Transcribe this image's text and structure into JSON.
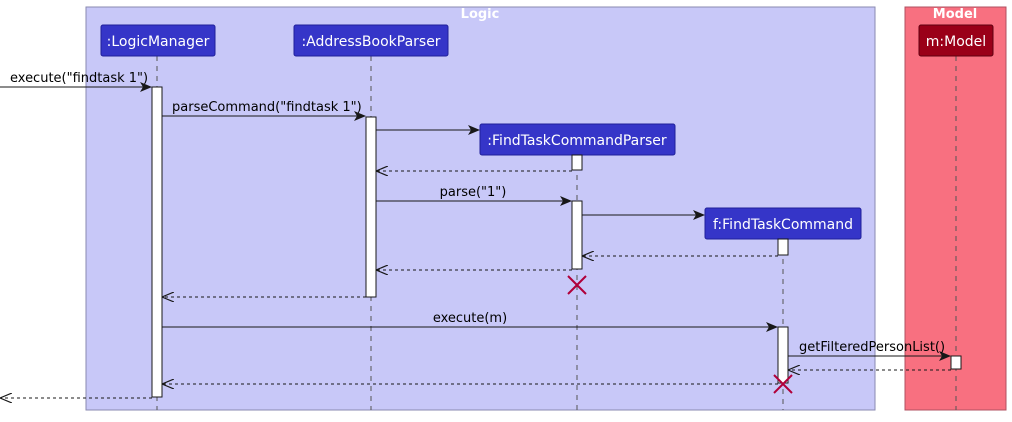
{
  "colors": {
    "logic_group": "#c8c8f8",
    "model_group": "#f87080",
    "logic_participant": "#3535c8",
    "model_participant": "#9a0018",
    "destroy": "#b0003a"
  },
  "groups": {
    "logic": {
      "title": "Logic"
    },
    "model": {
      "title": "Model"
    }
  },
  "participants": {
    "logic_manager": ":LogicManager",
    "address_book_parser": ":AddressBookParser",
    "find_task_command_parser": ":FindTaskCommandParser",
    "find_task_command": "f:FindTaskCommand",
    "model": "m:Model"
  },
  "messages": {
    "execute_input": "execute(\"findtask 1\")",
    "parse_command": "parseCommand(\"findtask 1\")",
    "parse": "parse(\"1\")",
    "execute_m": "execute(m)",
    "get_filtered_person_list": "getFilteredPersonList()"
  }
}
